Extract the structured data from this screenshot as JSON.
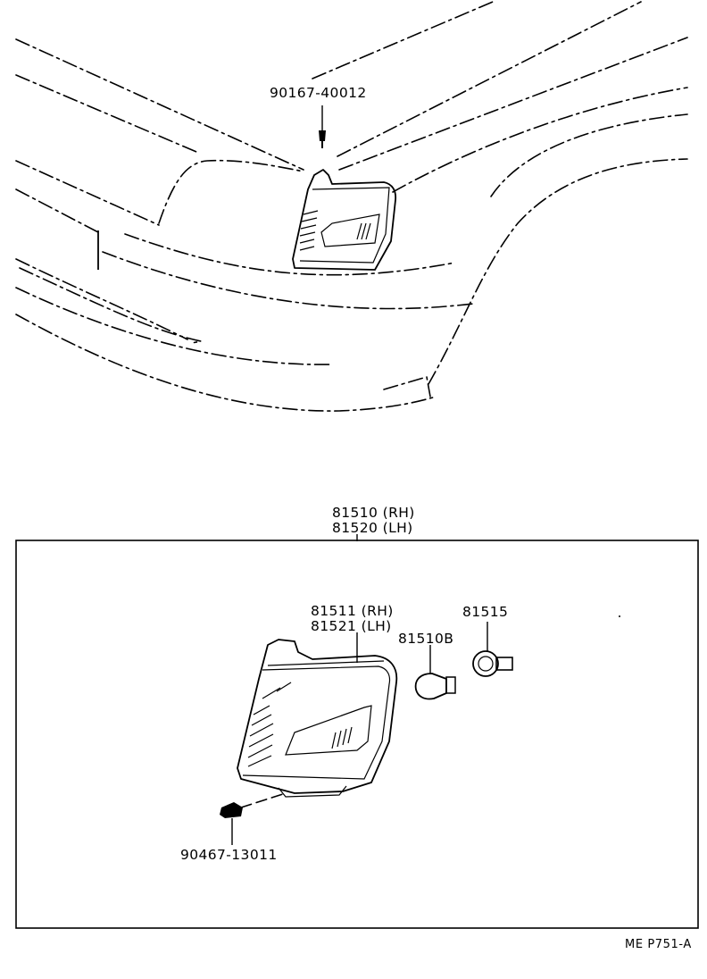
{
  "diagram": {
    "labels": {
      "screw": "90167-40012",
      "assembly_rh": "81510 (RH)",
      "assembly_lh": "81520 (LH)",
      "lens_rh": "81511 (RH)",
      "lens_lh": "81521 (LH)",
      "bulb": "81510B",
      "socket": "81515",
      "clip": "90467-13011"
    },
    "footer": "ME  P751-A"
  }
}
